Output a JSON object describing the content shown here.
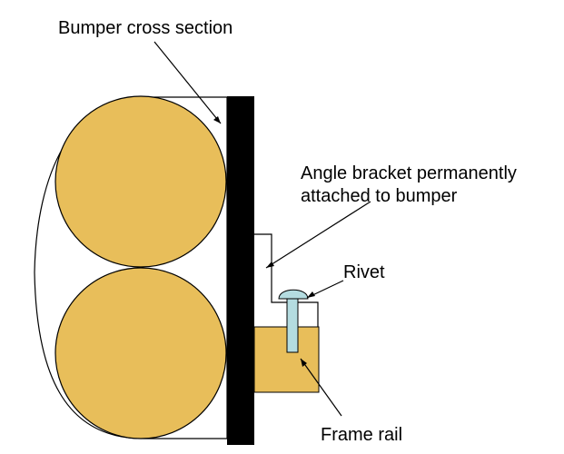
{
  "labels": {
    "bumper_cross_section": "Bumper cross section",
    "angle_bracket_line1": "Angle bracket permanently",
    "angle_bracket_line2": "attached to bumper",
    "rivet": "Rivet",
    "frame_rail": "Frame rail"
  },
  "colors": {
    "tube_fill": "#E8BE5A",
    "frame_rail_fill": "#E8BE5A",
    "rivet_fill": "#B4DCE0",
    "plate_fill": "#000000",
    "outline": "#000000",
    "background": "#FFFFFF"
  }
}
